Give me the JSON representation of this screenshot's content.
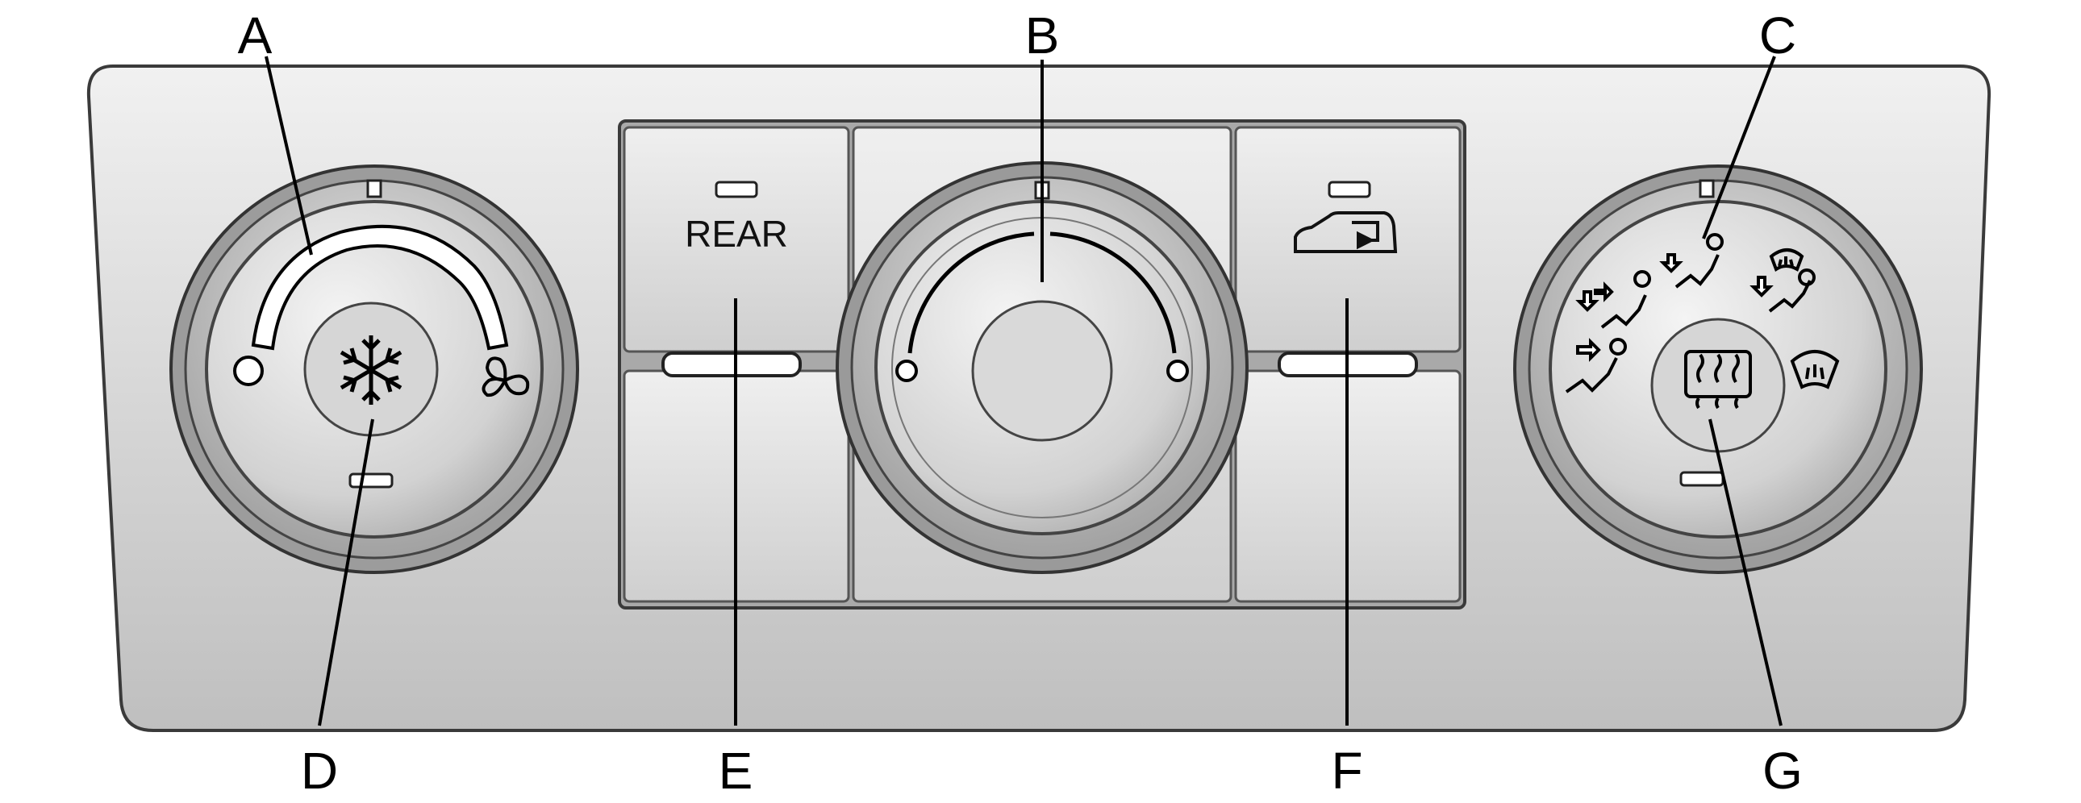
{
  "callouts": {
    "a": "A",
    "b": "B",
    "c": "C",
    "d": "D",
    "e": "E",
    "f": "F",
    "g": "G"
  },
  "rear_button": {
    "label": "REAR"
  },
  "icons": {
    "fan_knob_center": "snowflake-icon",
    "fan_knob_low": "circle-icon",
    "fan_knob_high": "fan-icon",
    "temp_knob_left": "circle-icon",
    "temp_knob_right": "circle-icon",
    "recirc_button": "car-recirculation-icon",
    "mode_vent": "vent-mode-icon",
    "mode_bilevel": "bilevel-mode-icon",
    "mode_floor": "floor-mode-icon",
    "mode_defog": "defog-mode-icon",
    "mode_defrost": "defrost-icon",
    "mode_knob_center": "rear-defrost-icon"
  },
  "colors": {
    "panel_fill": "#c9c9c9",
    "panel_edge": "#3a3a3a",
    "line": "#000000"
  }
}
